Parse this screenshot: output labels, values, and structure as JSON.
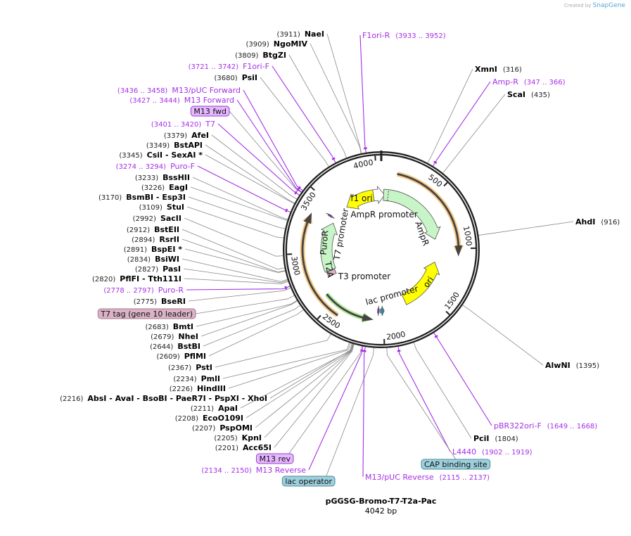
{
  "credit": {
    "prefix": "Created by",
    "brand": "SnapGene"
  },
  "plasmid": {
    "name": "pGGSG-Bromo-T7-T2a-Pac",
    "size_label": "4042 bp",
    "length_bp": 4042
  },
  "tick_labels": [
    "500",
    "1000",
    "1500",
    "2000",
    "2500",
    "3000",
    "3500",
    "4000"
  ],
  "colors": {
    "primer": "#a52ee6",
    "orf": "#f5b860",
    "feature_green": "#c8f5c8",
    "feature_yellow": "#ffff00",
    "tag": "#dbb3c6",
    "protein_bind": "#9dd0dc"
  },
  "features": [
    {
      "name": "f1 ori",
      "start": 3605,
      "end": 3950,
      "direction": "reverse",
      "color": "#ffff00"
    },
    {
      "name": "AmpR promoter",
      "start": 3950,
      "end": 4082,
      "direction": "forward",
      "color": "#ffffff"
    },
    {
      "name": "AmpR",
      "start": 27,
      "end": 887,
      "direction": "forward",
      "color": "#c8f5c8"
    },
    {
      "name": "ori",
      "start": 1157,
      "end": 1745,
      "direction": "reverse",
      "color": "#ffff00"
    },
    {
      "name": "PuroR",
      "start": 2785,
      "end": 3357,
      "direction": "forward",
      "color": "#c8f5c8"
    },
    {
      "name": "T2A",
      "start": 2722,
      "end": 2780,
      "direction": "none",
      "color": "#dbb3c6"
    },
    {
      "name": "T7 promoter",
      "start": 3401,
      "end": 3420,
      "direction": "forward",
      "color": "#8a2be2"
    },
    {
      "name": "T3 promoter",
      "start": 2040,
      "end": 2060,
      "direction": "reverse",
      "color": "#8a2be2"
    },
    {
      "name": "lac promoter",
      "start": 1990,
      "end": 2030,
      "direction": "reverse",
      "color": "#2a8fa0"
    }
  ],
  "orfs": [
    {
      "start": 135,
      "end": 1060,
      "direction": "forward",
      "color": "#f5b860"
    },
    {
      "start": 2400,
      "end": 3341,
      "direction": "forward",
      "color": "#f5b860"
    },
    {
      "start": 2100,
      "end": 2590,
      "direction": "reverse",
      "color": "#9be07a"
    }
  ],
  "labels": [
    {
      "type": "site",
      "pos": "(3911)",
      "name": "NaeI",
      "bp": 3911
    },
    {
      "type": "site",
      "pos": "(3909)",
      "name": "NgoMIV",
      "bp": 3909
    },
    {
      "type": "site",
      "pos": "(3809)",
      "name": "BtgZI",
      "bp": 3809
    },
    {
      "type": "primer",
      "pos": "(3721 .. 3742)",
      "name": "F1ori-F",
      "bp": 3731
    },
    {
      "type": "site",
      "pos": "(3680)",
      "name": "PsiI",
      "bp": 3680
    },
    {
      "type": "primer",
      "pos": "(3436 .. 3458)",
      "name": "M13/pUC Forward",
      "bp": 3447
    },
    {
      "type": "primer",
      "pos": "(3427 .. 3444)",
      "name": "M13 Forward",
      "bp": 3435
    },
    {
      "type": "box",
      "name": "M13 fwd",
      "bp": 3430,
      "fill": "#e5b8ff",
      "stroke": "#9a3cc8"
    },
    {
      "type": "primer",
      "pos": "(3401 .. 3420)",
      "name": "T7",
      "bp": 3410
    },
    {
      "type": "site",
      "pos": "(3379)",
      "name": "AfeI",
      "bp": 3379
    },
    {
      "type": "site",
      "pos": "(3349)",
      "name": "BstAPI",
      "bp": 3349
    },
    {
      "type": "site",
      "pos": "(3345)",
      "name": "CsiI   - SexAI *",
      "bp": 3345
    },
    {
      "type": "primer",
      "pos": "(3274 .. 3294)",
      "name": "Puro-F",
      "bp": 3284
    },
    {
      "type": "site",
      "pos": "(3233)",
      "name": "BssHII",
      "bp": 3233
    },
    {
      "type": "site",
      "pos": "(3226)",
      "name": "EagI",
      "bp": 3226
    },
    {
      "type": "site",
      "pos": "(3170)",
      "name": "BsmBI   - Esp3I",
      "bp": 3170
    },
    {
      "type": "site",
      "pos": "(3109)",
      "name": "StuI",
      "bp": 3109
    },
    {
      "type": "site",
      "pos": "(2992)",
      "name": "SacII",
      "bp": 2992
    },
    {
      "type": "site",
      "pos": "(2912)",
      "name": "BstEII",
      "bp": 2912
    },
    {
      "type": "site",
      "pos": "(2894)",
      "name": "RsrII",
      "bp": 2894
    },
    {
      "type": "site",
      "pos": "(2891)",
      "name": "BspEI *",
      "bp": 2891
    },
    {
      "type": "site",
      "pos": "(2834)",
      "name": "BsiWI",
      "bp": 2834
    },
    {
      "type": "site",
      "pos": "(2827)",
      "name": "PasI",
      "bp": 2827
    },
    {
      "type": "site",
      "pos": "(2820)",
      "name": "PflFI   - Tth111I",
      "bp": 2820
    },
    {
      "type": "primer",
      "pos": "(2778 .. 2797)",
      "name": "Puro-R",
      "bp": 2787
    },
    {
      "type": "site",
      "pos": "(2775)",
      "name": "BseRI",
      "bp": 2775
    },
    {
      "type": "box",
      "name": "T7 tag (gene 10 leader)",
      "bp": 2720,
      "fill": "#dbb3c6",
      "stroke": "#a8788e"
    },
    {
      "type": "site",
      "pos": "(2683)",
      "name": "BmtI",
      "bp": 2683
    },
    {
      "type": "site",
      "pos": "(2679)",
      "name": "NheI",
      "bp": 2679
    },
    {
      "type": "site",
      "pos": "(2644)",
      "name": "BstBI",
      "bp": 2644
    },
    {
      "type": "site",
      "pos": "(2609)",
      "name": "PflMI",
      "bp": 2609
    },
    {
      "type": "site",
      "pos": "(2367)",
      "name": "PstI",
      "bp": 2367
    },
    {
      "type": "site",
      "pos": "(2234)",
      "name": "PmlI",
      "bp": 2234
    },
    {
      "type": "site",
      "pos": "(2226)",
      "name": "HindIII",
      "bp": 2226
    },
    {
      "type": "site",
      "pos": "(2216)",
      "name": "AbsI   - AvaI   - BsoBI   - PaeR7I   - PspXI   - XhoI",
      "bp": 2216
    },
    {
      "type": "site",
      "pos": "(2211)",
      "name": "ApaI",
      "bp": 2211
    },
    {
      "type": "site",
      "pos": "(2208)",
      "name": "EcoO109I",
      "bp": 2208
    },
    {
      "type": "site",
      "pos": "(2207)",
      "name": "PspOMI",
      "bp": 2207
    },
    {
      "type": "site",
      "pos": "(2205)",
      "name": "KpnI",
      "bp": 2205
    },
    {
      "type": "site",
      "pos": "(2201)",
      "name": "Acc65I",
      "bp": 2201
    },
    {
      "type": "box",
      "name": "M13 rev",
      "bp": 2150,
      "fill": "#e5b8ff",
      "stroke": "#9a3cc8"
    },
    {
      "type": "primer",
      "pos": "(2134 .. 2150)",
      "name": "M13 Reverse",
      "bp": 2142
    },
    {
      "type": "box",
      "name": "lac operator",
      "bp": 2070,
      "fill": "#9dd0dc",
      "stroke": "#4a8a98"
    },
    {
      "type": "primer",
      "pos": "(3933 .. 3952)",
      "name": "F1ori-R",
      "bp": 3942
    },
    {
      "type": "site",
      "pos": "(316)",
      "name": "XmnI",
      "bp": 316
    },
    {
      "type": "primer",
      "pos": "(347 .. 366)",
      "name": "Amp-R",
      "bp": 356
    },
    {
      "type": "site",
      "pos": "(435)",
      "name": "ScaI",
      "bp": 435
    },
    {
      "type": "site",
      "pos": "(916)",
      "name": "AhdI",
      "bp": 916
    },
    {
      "type": "site",
      "pos": "(1395)",
      "name": "AlwNI",
      "bp": 1395
    },
    {
      "type": "primer",
      "pos": "(1649 .. 1668)",
      "name": "pBR322ori-F",
      "bp": 1658
    },
    {
      "type": "site",
      "pos": "(1804)",
      "name": "PciI",
      "bp": 1804
    },
    {
      "type": "primer",
      "pos": "(1902 .. 1919)",
      "name": "L4440",
      "bp": 1910
    },
    {
      "type": "box",
      "name": "CAP binding site",
      "bp": 1985,
      "fill": "#9dd0dc",
      "stroke": "#4a8a98"
    },
    {
      "type": "primer",
      "pos": "(2115 .. 2137)",
      "name": "M13/pUC Reverse",
      "bp": 2126
    }
  ]
}
